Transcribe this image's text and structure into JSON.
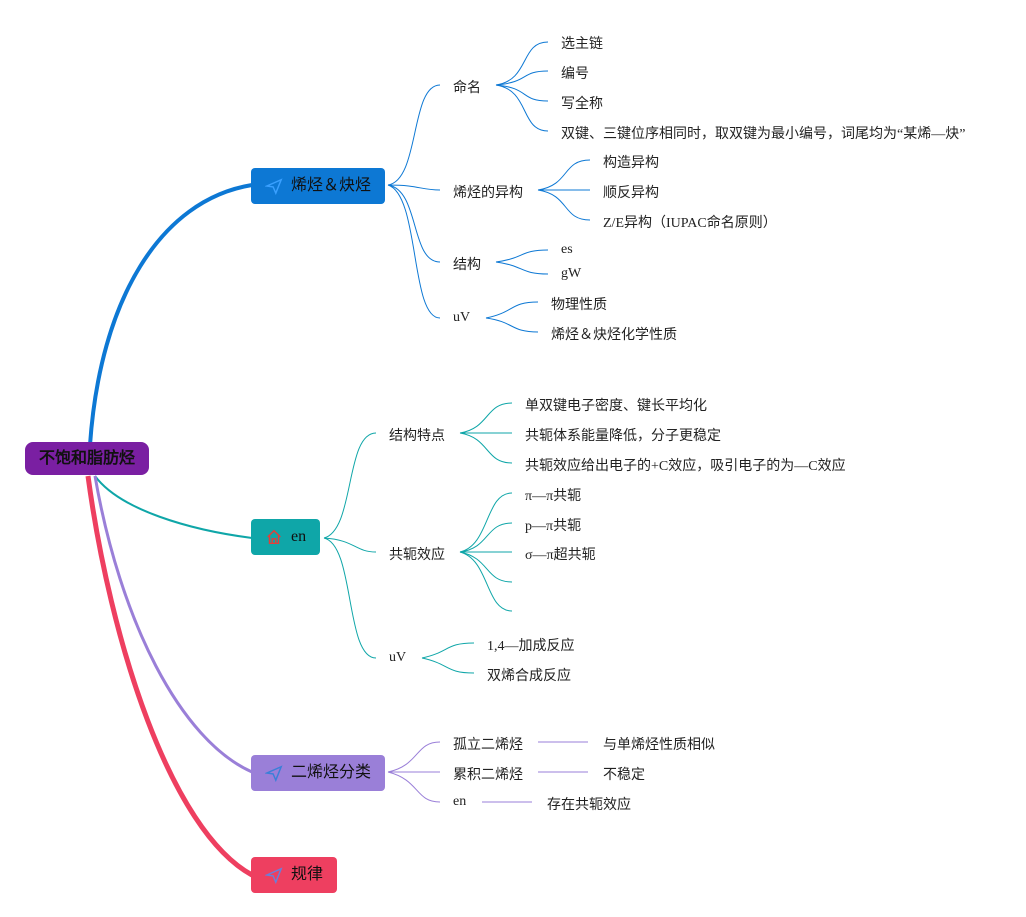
{
  "root": "不饱和脂肪烃",
  "branches": [
    {
      "label": "烯烃＆炔烃",
      "icon": "paper-plane-icon",
      "color": "#0d78d4",
      "children": [
        {
          "label": "命名",
          "children": [
            "选主链",
            "编号",
            "写全称",
            "双键、三键位序相同时，取双键为最小编号，词尾均为“某烯—炔”"
          ]
        },
        {
          "label": "烯烃的异构",
          "children": [
            "构造异构",
            "顺反异构",
            "Z/E异构（IUPAC命名原则）"
          ]
        },
        {
          "label": "结构",
          "children": [
            "es",
            "gW"
          ]
        },
        {
          "label": "uV",
          "children": [
            "物理性质",
            "烯烃＆炔烃化学性质"
          ]
        }
      ]
    },
    {
      "label": "en",
      "icon": "house-icon",
      "color": "#0fa6a8",
      "children": [
        {
          "label": "结构特点",
          "children": [
            "单双键电子密度、键长平均化",
            "共轭体系能量降低，分子更稳定",
            "共轭效应给出电子的+C效应，吸引电子的为—C效应"
          ]
        },
        {
          "label": "共轭效应",
          "children": [
            "π—π共轭",
            "p—π共轭",
            "σ—π超共轭",
            "",
            ""
          ]
        },
        {
          "label": "uV",
          "children": [
            "1,4—加成反应",
            "双烯合成反应"
          ]
        }
      ]
    },
    {
      "label": "二烯烃分类",
      "icon": "paper-plane-icon",
      "color": "#9a7fd8",
      "children": [
        {
          "label": "孤立二烯烃",
          "children": [
            "与单烯烃性质相似"
          ]
        },
        {
          "label": "累积二烯烃",
          "children": [
            "不稳定"
          ]
        },
        {
          "label": "en",
          "children": [
            "存在共轭效应"
          ]
        }
      ]
    },
    {
      "label": "规律",
      "icon": "paper-plane-icon",
      "color": "#ee3f60",
      "children": []
    }
  ]
}
